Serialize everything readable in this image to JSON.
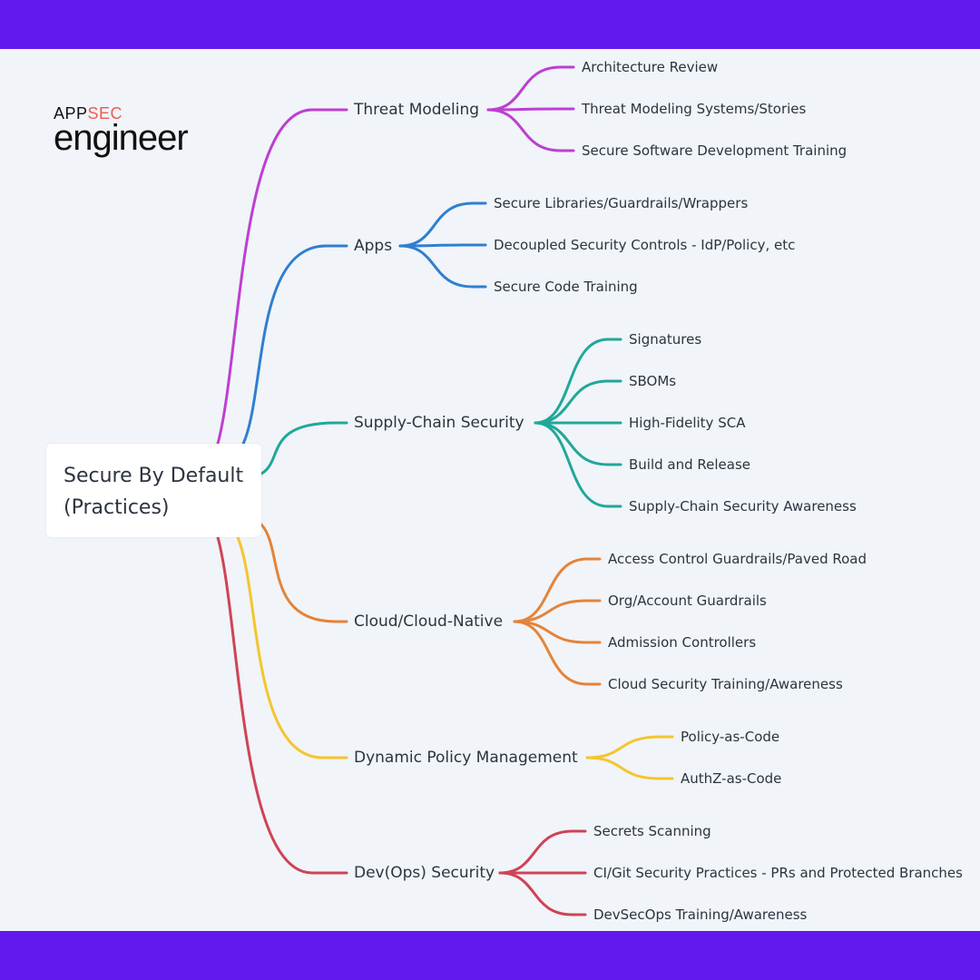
{
  "logo": {
    "prefix": "APP",
    "accent": "SEC",
    "wordmark": "engineer"
  },
  "root": {
    "label": "Secure By Default\n(Practices)"
  },
  "branches": [
    {
      "label": "Threat Modeling",
      "color": "#bd3fd1",
      "children": [
        "Architecture Review",
        "Threat Modeling Systems/Stories",
        "Secure Software Development Training"
      ]
    },
    {
      "label": "Apps",
      "color": "#2f7fd0",
      "children": [
        "Secure Libraries/Guardrails/Wrappers",
        "Decoupled Security Controls - IdP/Policy, etc",
        "Secure Code Training"
      ]
    },
    {
      "label": "Supply-Chain Security",
      "color": "#1fa89a",
      "children": [
        "Signatures",
        "SBOMs",
        "High-Fidelity SCA",
        "Build and Release",
        "Supply-Chain Security Awareness"
      ]
    },
    {
      "label": "Cloud/Cloud-Native",
      "color": "#e3843a",
      "children": [
        "Access Control Guardrails/Paved Road",
        "Org/Account Guardrails",
        "Admission Controllers",
        "Cloud Security Training/Awareness"
      ]
    },
    {
      "label": "Dynamic Policy Management",
      "color": "#f4c52f",
      "children": [
        "Policy-as-Code",
        "AuthZ-as-Code"
      ]
    },
    {
      "label": "Dev(Ops) Security",
      "color": "#cf4357",
      "children": [
        "Secrets Scanning",
        "CI/Git Security Practices - PRs and Protected Branches",
        "DevSecOps Training/Awareness"
      ]
    }
  ],
  "colors": {
    "frame": "#6119ee",
    "canvas": "#f1f4f8",
    "text": "#2c3440"
  }
}
